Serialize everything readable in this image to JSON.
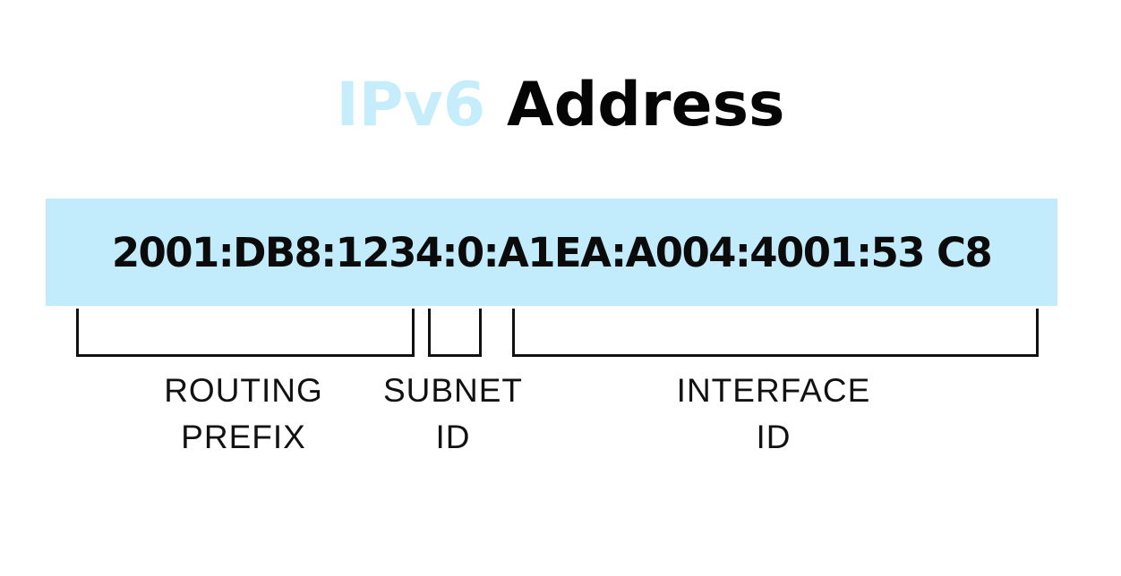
{
  "title": {
    "accent": "IPv6",
    "main": "Address",
    "accent_color": "#c6edfb",
    "main_color": "#050505"
  },
  "address": {
    "text": "2001:DB8:1234:0:A1EA:A004:4001:53 C8",
    "band_color": "#c2ecfb"
  },
  "segments": [
    {
      "line1": "ROUTING",
      "line2": "PREFIX",
      "covers": "2001:DB8:1234"
    },
    {
      "line1": "SUBNET",
      "line2": "ID",
      "covers": "0"
    },
    {
      "line1": "INTERFACE",
      "line2": "ID",
      "covers": "A1EA:A004:4001:53 C8"
    }
  ]
}
